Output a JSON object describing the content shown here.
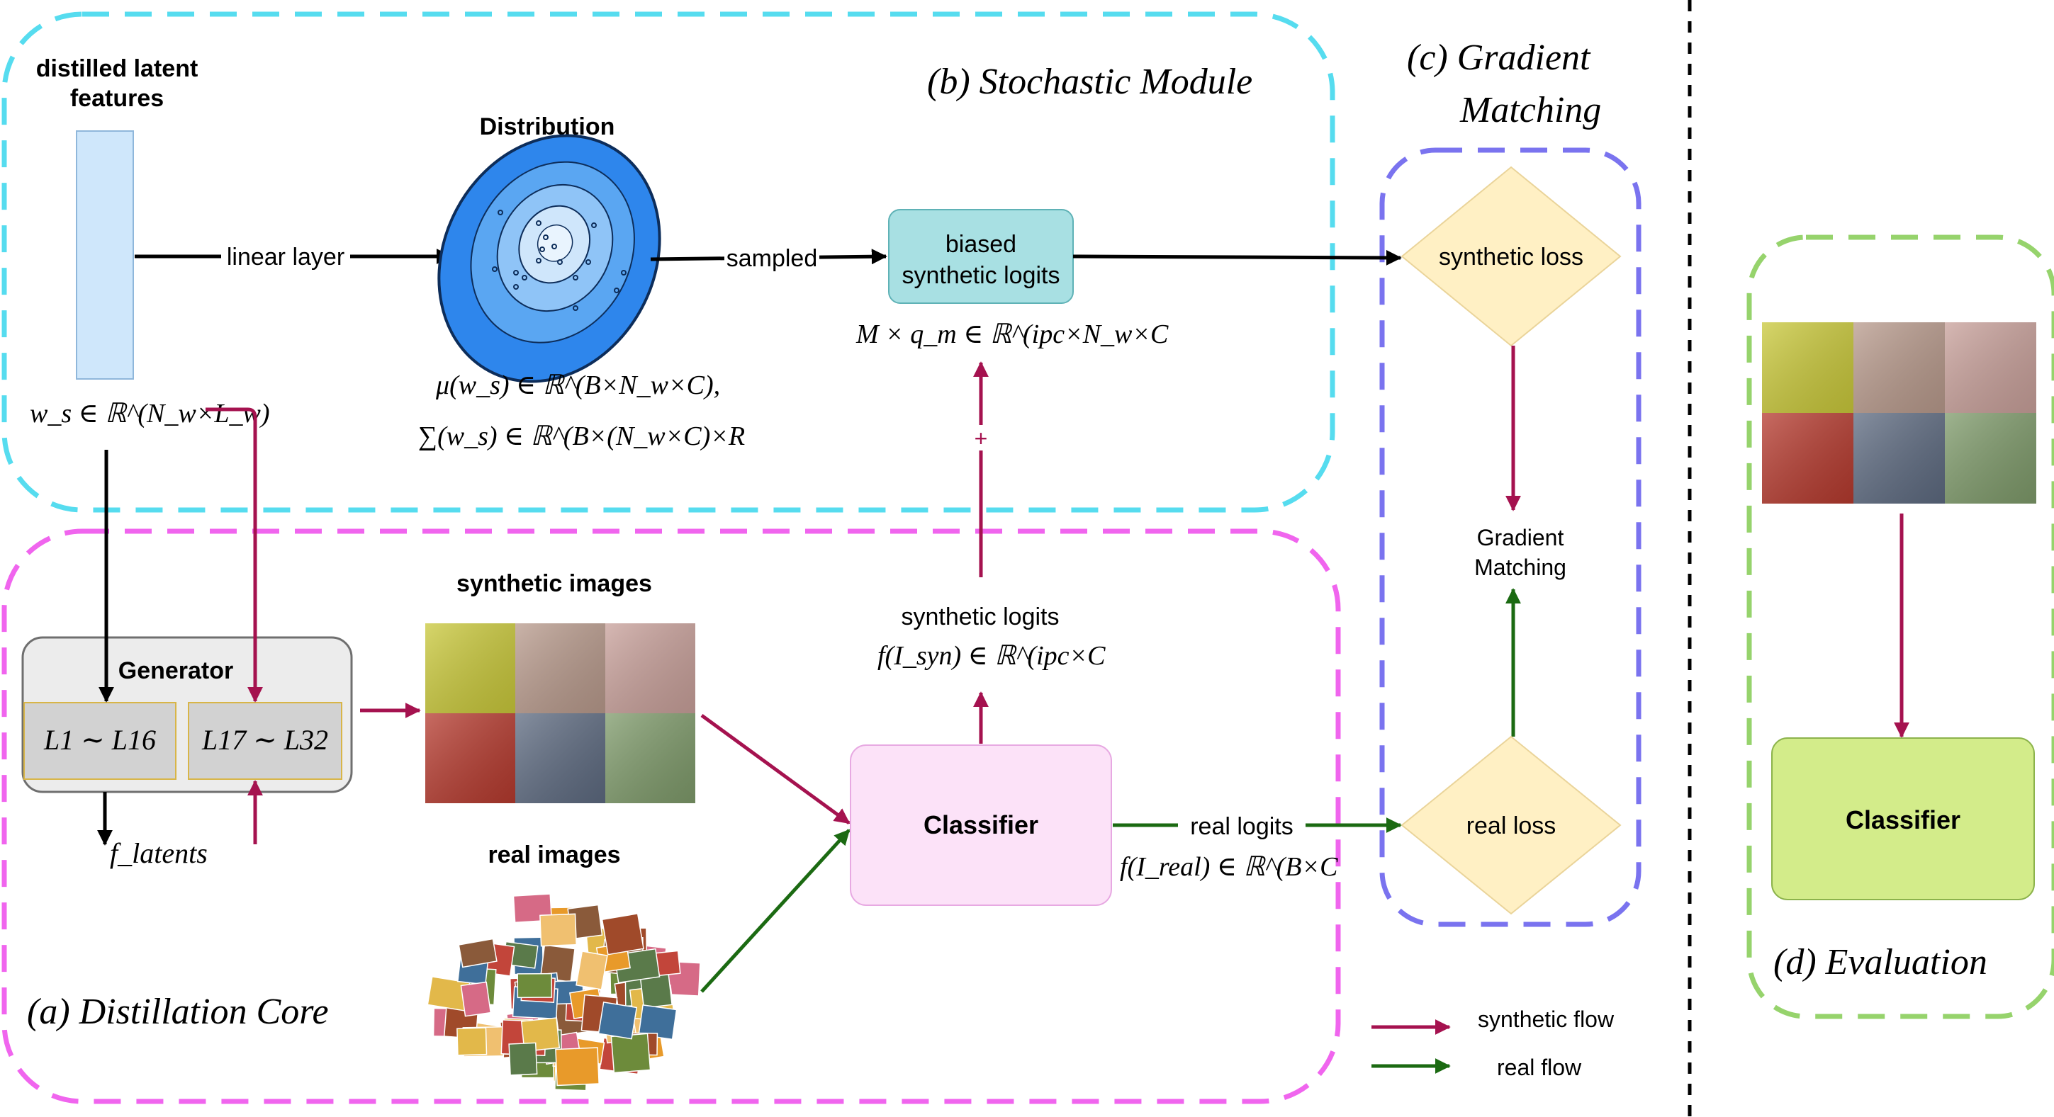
{
  "colors": {
    "stochastic_border": "#56dcef",
    "core_border": "#f065ee",
    "gradient_border": "#7a73ef",
    "eval_border": "#96d36c",
    "synthetic_flow": "#a5124f",
    "real_flow": "#1b6a12",
    "divider": "#000000"
  },
  "sections": {
    "stochastic": "(b) Stochastic Module",
    "gradient_line1": "(c) Gradient",
    "gradient_line2": "Matching",
    "core": "(a) Distillation Core",
    "evaluation": "(d) Evaluation"
  },
  "latent": {
    "title_line1": "distilled latent",
    "title_line2": "features",
    "ws_label": "w_s ∈ ℝ^(N_w×L_w)"
  },
  "distribution": {
    "title": "Distribution",
    "mu_label": "μ(w_s) ∈ ℝ^(B×N_w×C),",
    "sigma_label": "∑(w_s) ∈ ℝ^(B×(N_w×C)×R"
  },
  "edges": {
    "linear_layer": "linear layer",
    "sampled": "sampled",
    "plus": "+"
  },
  "biased": {
    "line1": "biased",
    "line2": "synthetic logits",
    "formula": "M × q_m ∈ ℝ^(ipc×N_w×C"
  },
  "generator": {
    "title": "Generator",
    "layer_a": "L1 ∼ L16",
    "layer_b": "L17 ∼ L32",
    "output": "f_latents"
  },
  "images": {
    "synthetic_title": "synthetic  images",
    "real_title": "real  images",
    "synthetic_tiles": [
      "yellow-flower-field",
      "pink-dotted-flower",
      "pink-white-bloom",
      "red-berry-flower",
      "penguin-flower",
      "white-lily"
    ],
    "synthetic_colors": [
      "#c9c83a",
      "#b89a8c",
      "#c8a09a",
      "#b53a2e",
      "#5d6a80",
      "#7e9a6a"
    ],
    "real_collage_colors": [
      "#e89a2a",
      "#c2453a",
      "#6d8b3b",
      "#e2b84a",
      "#8a5a3a",
      "#d66a86",
      "#3f6f9a",
      "#f0c070",
      "#a04a2a",
      "#5a7a4a"
    ]
  },
  "classifier": {
    "label": "Classifier",
    "synthetic_logits_label": "synthetic  logits",
    "synthetic_logits_formula": "f(I_syn) ∈ ℝ^(ipc×C",
    "real_logits_label": "real  logits",
    "real_logits_formula": "f(I_real) ∈ ℝ^(B×C"
  },
  "gradient": {
    "synthetic_loss": "synthetic loss",
    "matching_line1": "Gradient",
    "matching_line2": "Matching",
    "real_loss": "real loss"
  },
  "evaluation": {
    "classifier": "Classifier"
  },
  "legend": {
    "synthetic": "synthetic flow",
    "real": "real  flow"
  }
}
